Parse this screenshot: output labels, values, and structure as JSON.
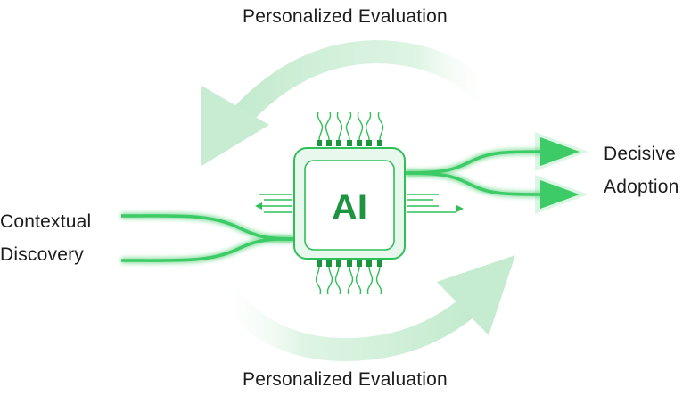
{
  "labels": {
    "top_arc": "Personalized Evaluation",
    "bottom_arc": "Personalized Evaluation",
    "left_line1": "Contextual",
    "left_line2": "Discovery",
    "right_line1": "Decisive",
    "right_line2": "Adoption"
  },
  "chip": {
    "text": "AI"
  },
  "colors": {
    "accent": "#2fbf58",
    "chip_text": "#1d9440",
    "chip_fill": "#e9f8ed",
    "arc_light": "#cdeed6",
    "text": "#1c1c1c"
  }
}
